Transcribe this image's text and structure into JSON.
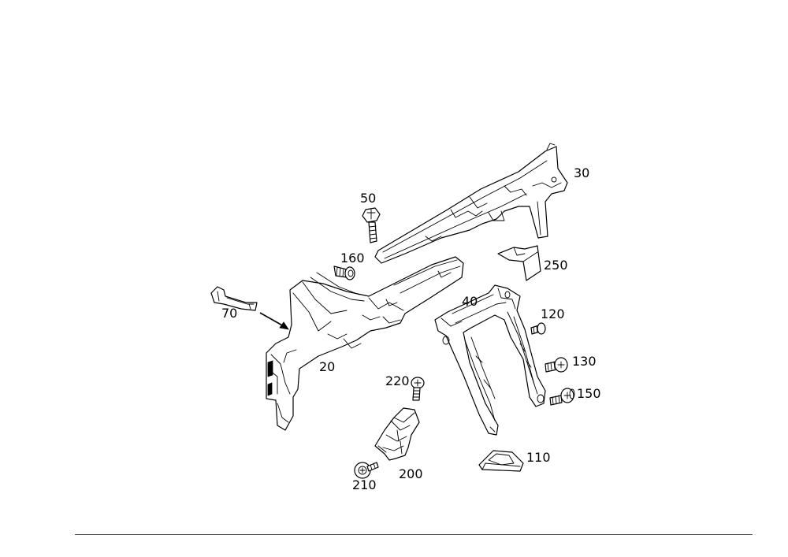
{
  "diagram": {
    "callouts": {
      "p20": "20",
      "p30": "30",
      "p40": "40",
      "p50": "50",
      "p70": "70",
      "p110": "110",
      "p120": "120",
      "p130": "130",
      "p150": "150",
      "p160": "160",
      "p200": "200",
      "p210": "210",
      "p220": "220",
      "p250": "250"
    }
  },
  "colors": {
    "background": "#ffffff",
    "line": "#000000",
    "rule": "#555555"
  }
}
